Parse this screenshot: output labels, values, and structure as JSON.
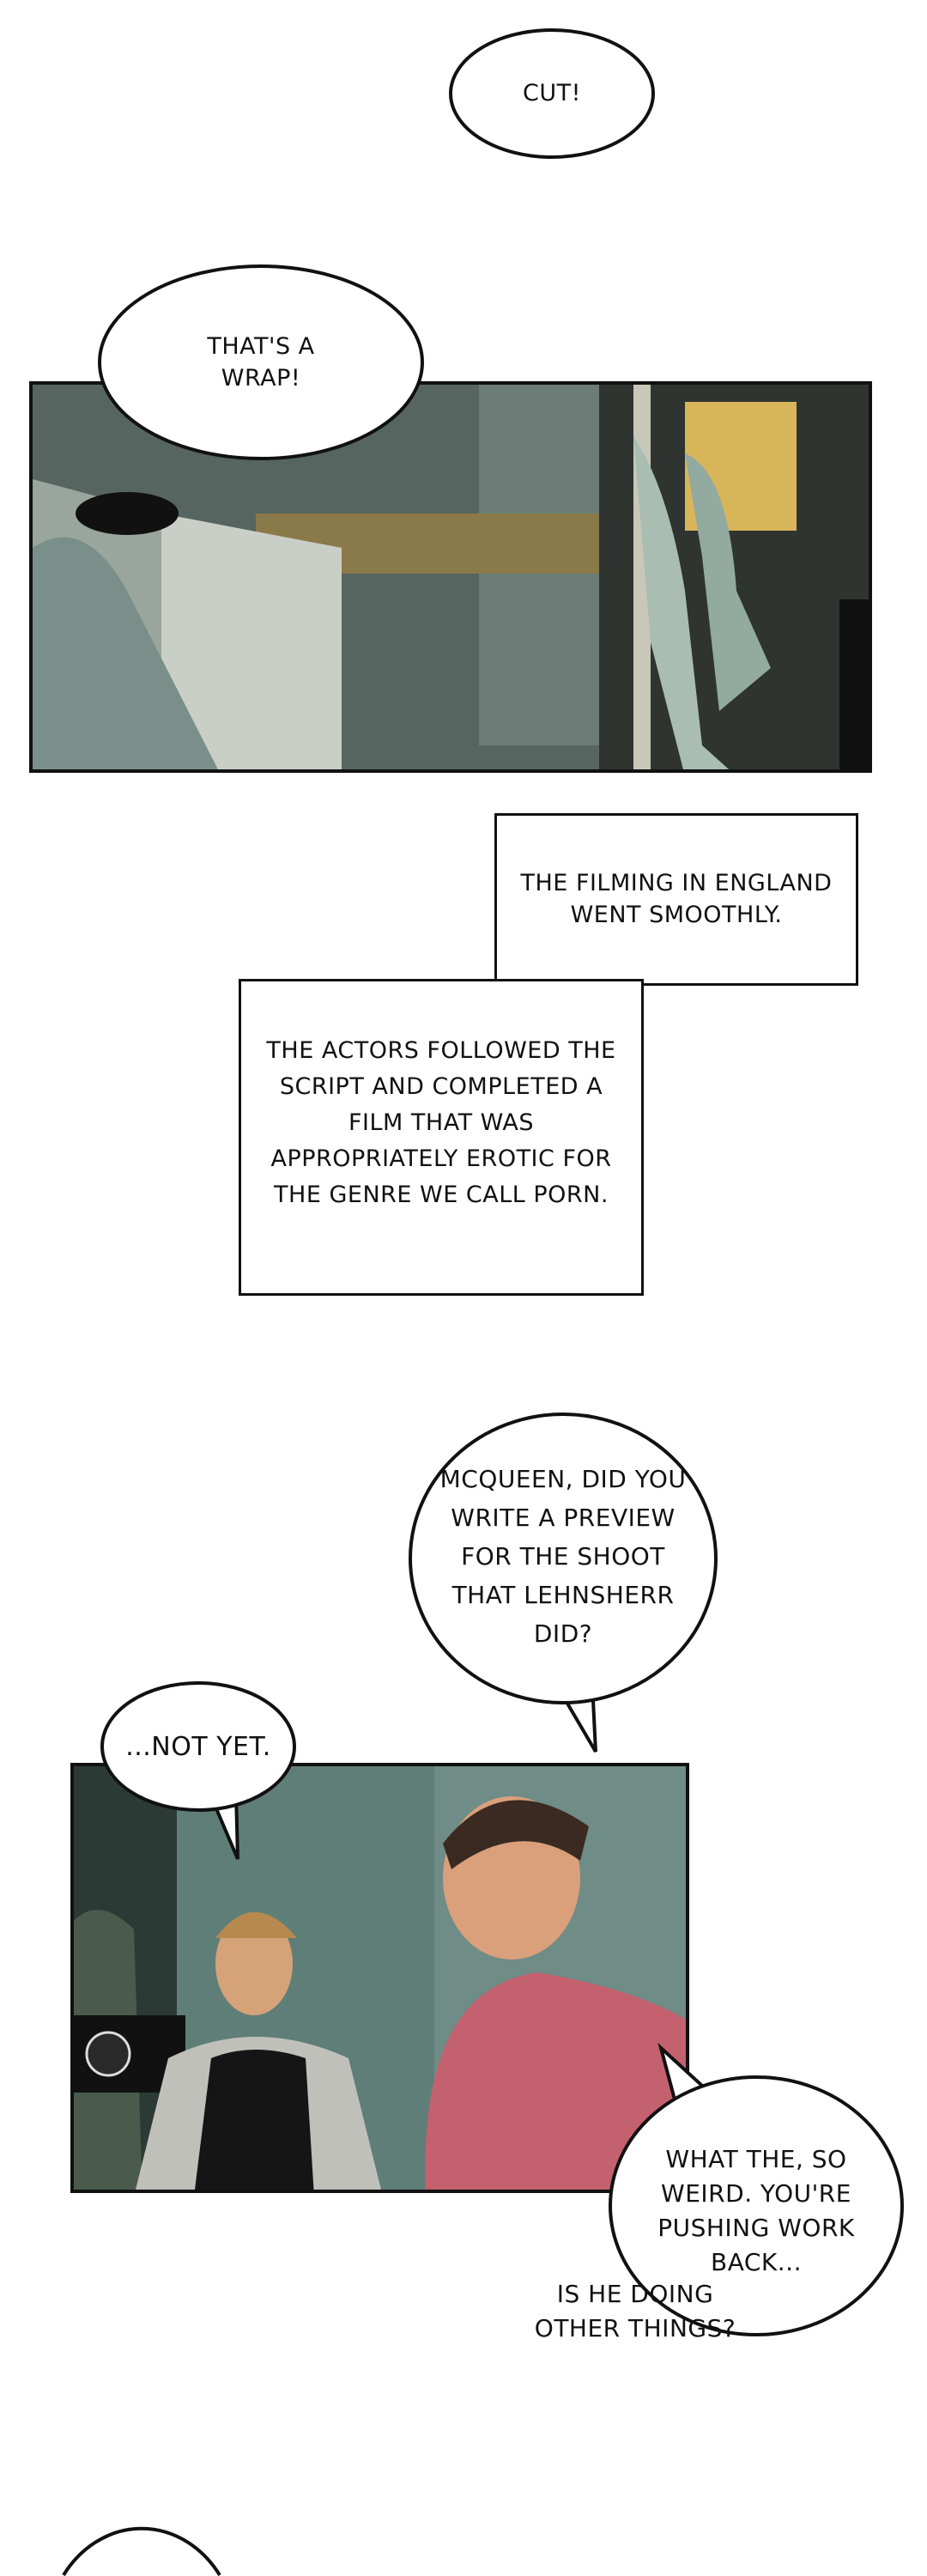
{
  "bubbles": {
    "cut": "CUT!",
    "wrap": "THAT'S A WRAP!",
    "mcqueen": "MCQUEEN, DID YOU WRITE A PREVIEW FOR THE SHOOT THAT LEHNSHERR DID?",
    "not_yet": "...NOT YET.",
    "what_the": "WHAT THE, SO WEIRD. YOU'RE PUSHING WORK BACK...",
    "aside": "IS HE DOING OTHER THINGS?"
  },
  "narration": {
    "box1": "THE FILMING IN ENGLAND WENT SMOOTHLY.",
    "box2": "THE ACTORS FOLLOWED THE SCRIPT AND COMPLETED A FILM THAT WAS APPROPRIATELY EROTIC FOR THE GENRE WE CALL PORN."
  },
  "colors": {
    "panel1_bg": "#5f6f68",
    "panel2_bg": "#4f6a66",
    "pink": "#c4616f"
  }
}
